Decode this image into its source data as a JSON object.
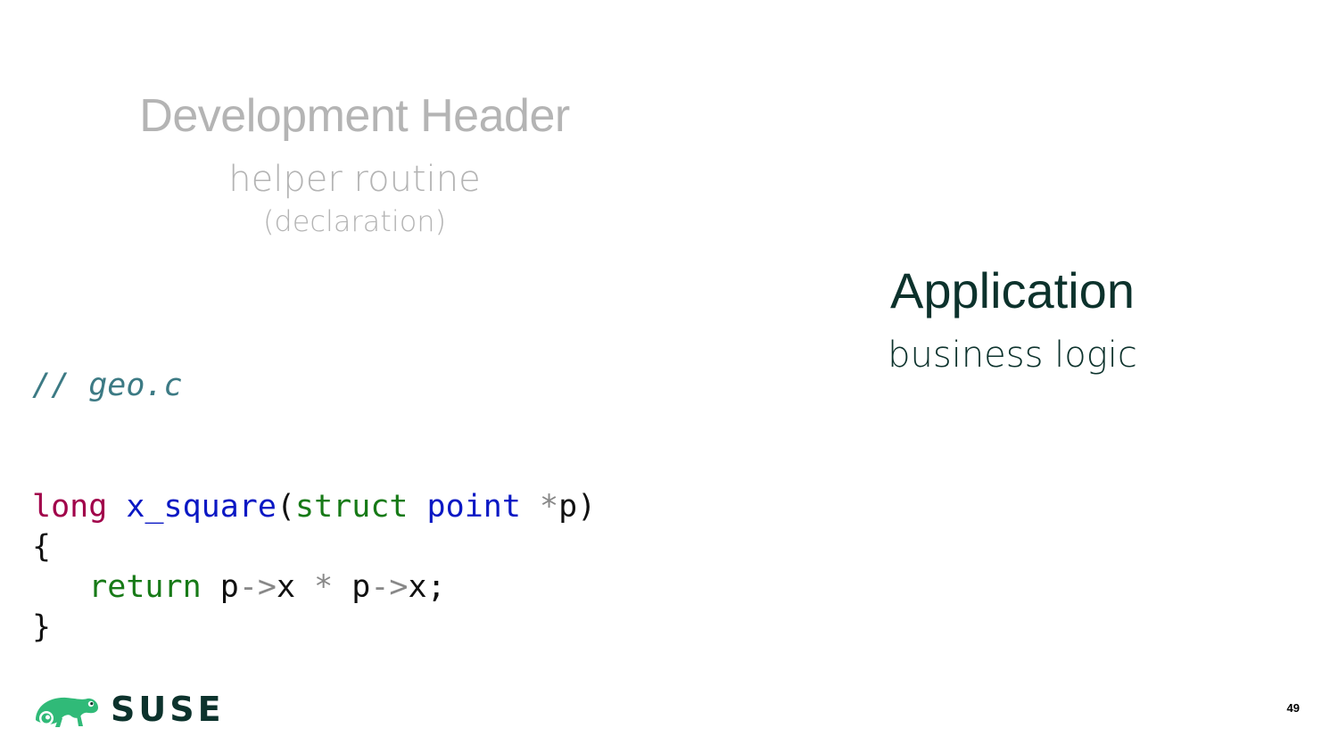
{
  "left_block": {
    "title": "Development Header",
    "subtitle": "helper routine",
    "subtitle2": "(declaration)"
  },
  "right_block": {
    "title": "Application",
    "subtitle": "business logic"
  },
  "code": {
    "comment": "// geo.c",
    "line1": {
      "type": "long",
      "func": "x_square",
      "open_paren": "(",
      "kw_struct": "struct",
      "point": "point",
      "star": "*",
      "param": "p)"
    },
    "line2": "{",
    "line3": {
      "kw_return": "return",
      "p1": "p",
      "arrow1": "->",
      "x1": "x",
      "mult": "*",
      "p2": "p",
      "arrow2": "->",
      "x2": "x;"
    },
    "line4": "}"
  },
  "footer": {
    "logo_text": "SUSE",
    "logo_icon": "chameleon-icon",
    "page_number": "49"
  },
  "colors": {
    "suse_green": "#30ba78",
    "suse_dark": "#0c322c",
    "muted_gray": "#b4b4b4"
  }
}
